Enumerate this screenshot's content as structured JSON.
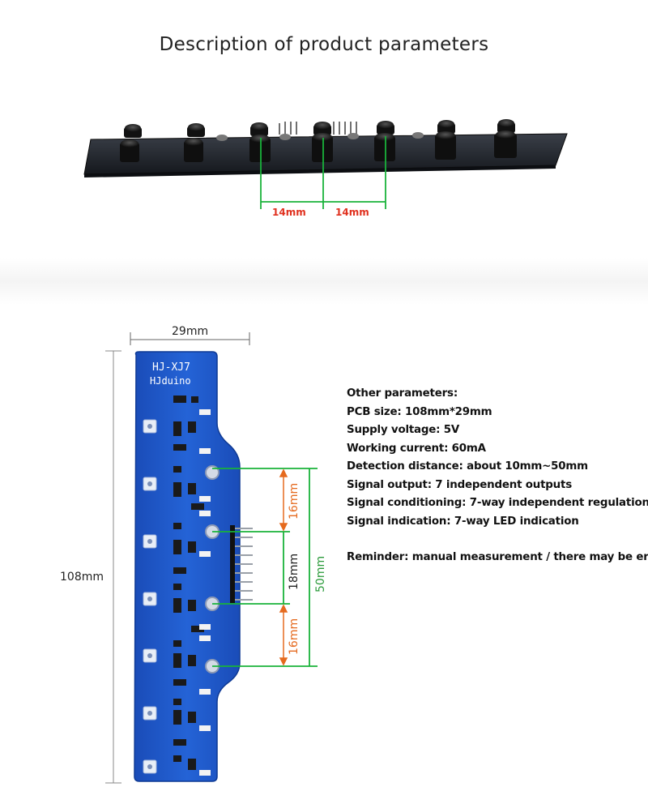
{
  "title": "Description of product parameters",
  "dimensions": {
    "spacing_1": "14mm",
    "spacing_2": "14mm",
    "width": "29mm",
    "length": "108mm",
    "gap_top": "16mm",
    "gap_middle": "18mm",
    "gap_bottom": "16mm",
    "total_span": "50mm"
  },
  "board": {
    "model": "HJ-XJ7",
    "brand": "HJduino"
  },
  "parameters": {
    "heading": "Other parameters:",
    "pcb_size": "PCB size: 108mm*29mm",
    "supply_voltage": "Supply voltage: 5V",
    "working_current": "Working current: 60mA",
    "detection_distance": "Detection distance: about 10mm~50mm",
    "signal_output": "Signal output: 7 independent outputs",
    "signal_conditioning": "Signal conditioning: 7-way independent regulation",
    "signal_indication": "Signal indication: 7-way LED indication",
    "reminder": "Reminder: manual measurement / there may be errors"
  },
  "colors": {
    "pcb_blue": "#1f57c9",
    "dim_green": "#19b33a",
    "dim_orange": "#e56a1f",
    "dim_red": "#e0301e"
  }
}
